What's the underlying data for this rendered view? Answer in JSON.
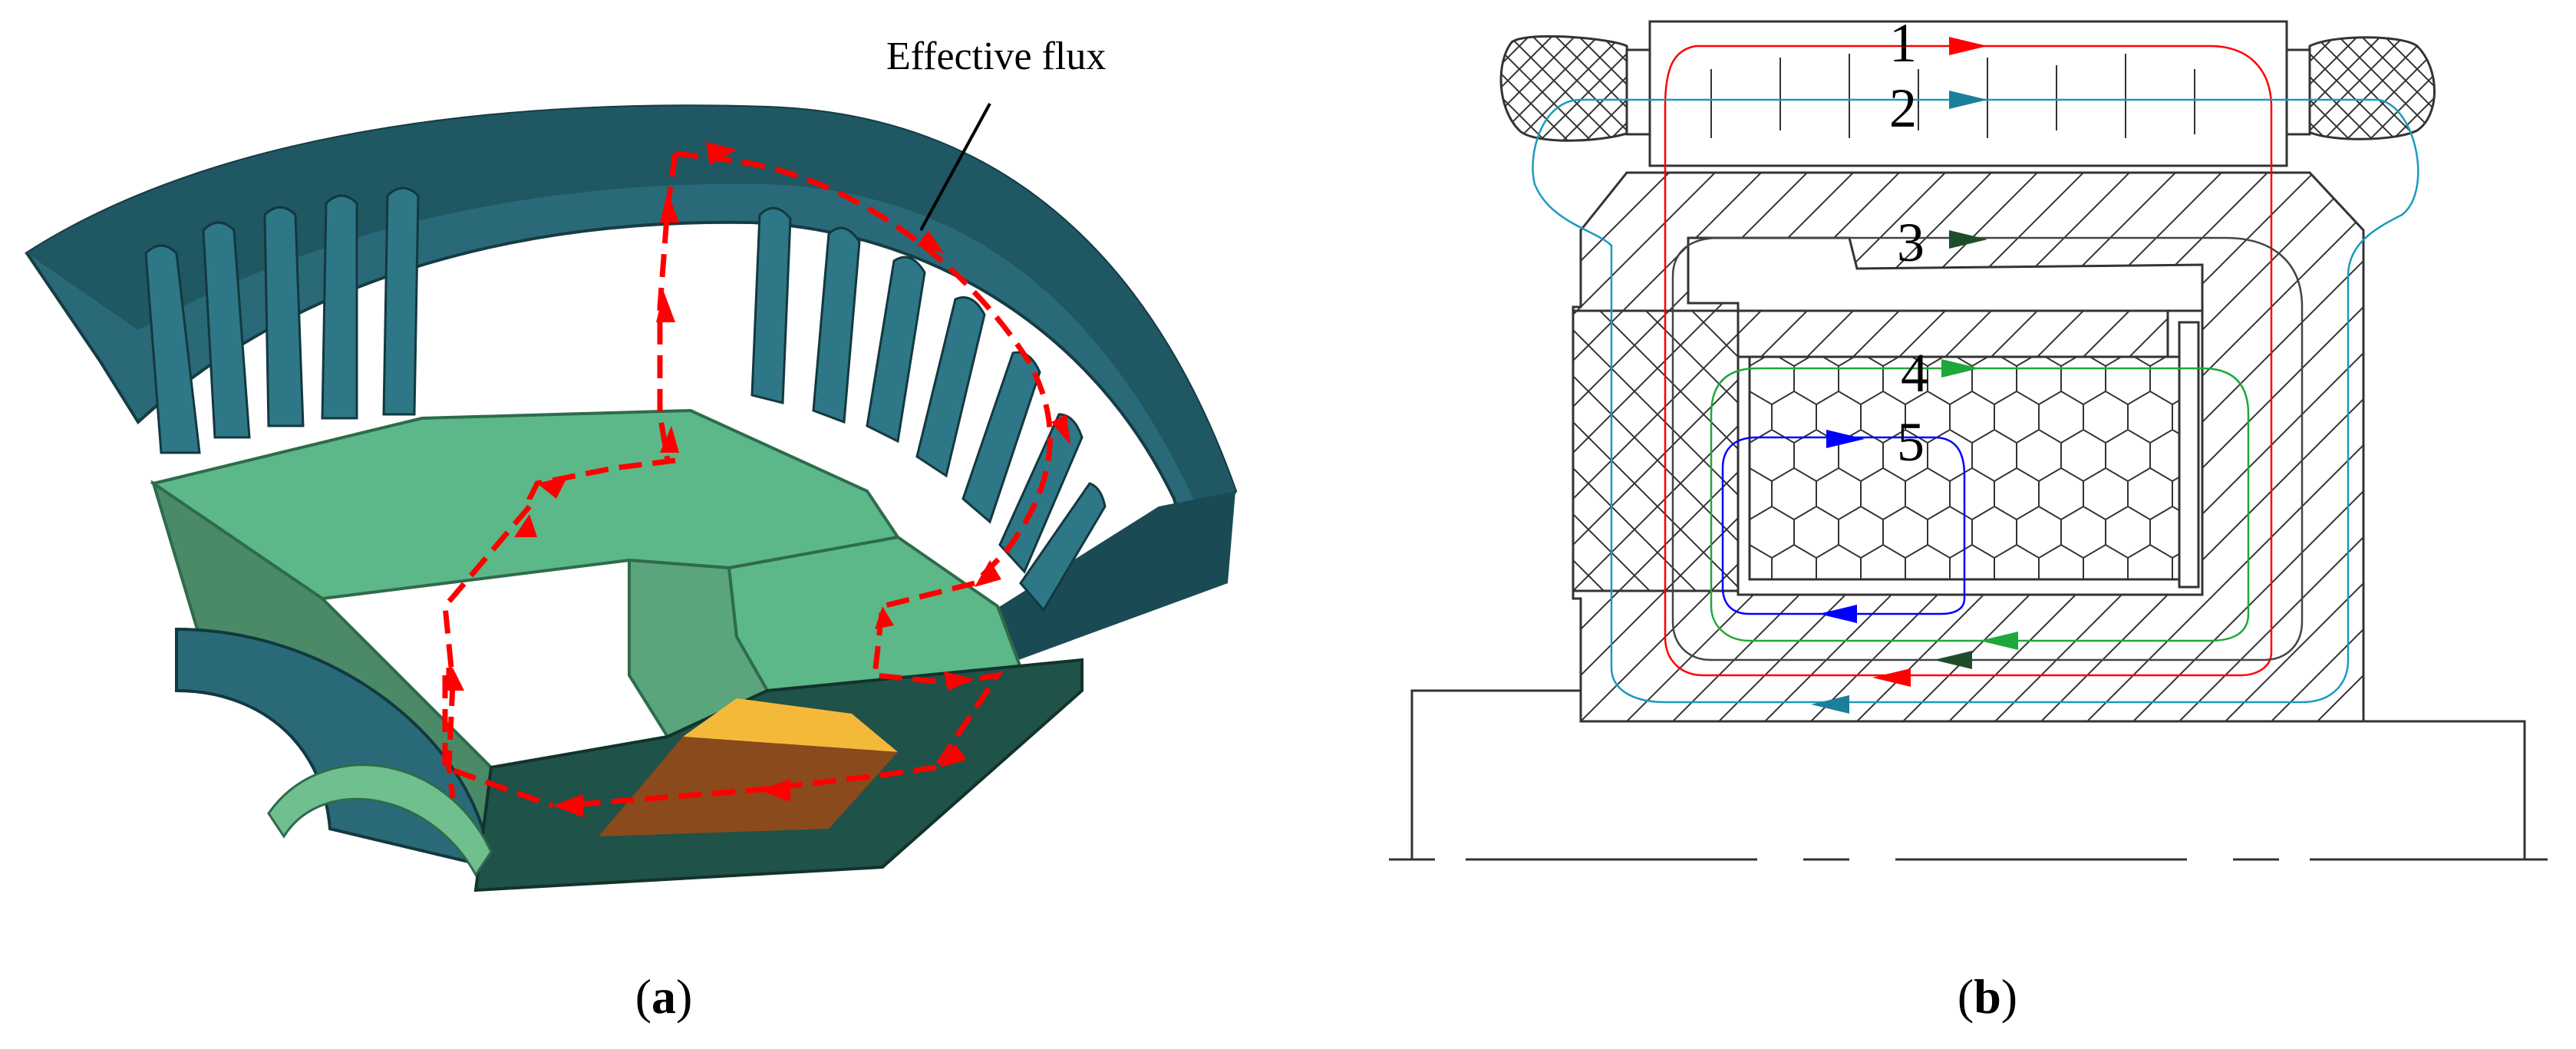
{
  "panel_a": {
    "annotation": "Effective flux",
    "caption_open": "(",
    "caption_letter": "a",
    "caption_close": ")"
  },
  "panel_b": {
    "paths": [
      "1",
      "2",
      "3",
      "4",
      "5"
    ],
    "caption_open": "(",
    "caption_letter": "b",
    "caption_close": ")"
  },
  "colors": {
    "flux_arrow": "#ff0000",
    "stator_dark": "#1f5763",
    "rotor_green": "#4f8f6d",
    "magnet_orange": "#f5b93a",
    "path1": "#ff0000",
    "path2": "#1a7f9a",
    "path3": "#1f4d2b",
    "path4": "#1fa83a",
    "path5": "#0000ff"
  }
}
